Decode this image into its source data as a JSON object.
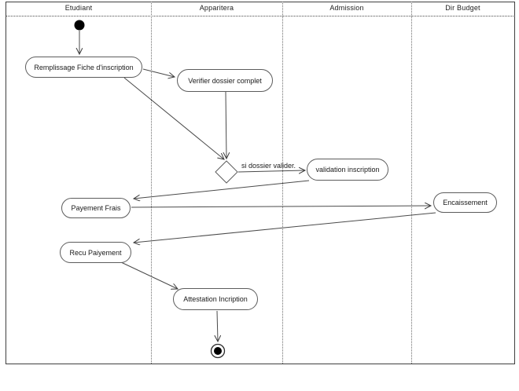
{
  "diagram": {
    "type": "uml-activity-swimlane",
    "lanes": [
      {
        "label": "Etudiant"
      },
      {
        "label": "Apparitera"
      },
      {
        "label": "Admission"
      },
      {
        "label": "Dir Budget"
      }
    ],
    "nodes": {
      "remplissage": "Remplissage Fiche d'inscription",
      "verifier": "Verifier dossier complet",
      "validation": "validation inscription",
      "payement_frais": "Payement Frais",
      "encaissement": "Encaissement",
      "recu_payement": "Recu Paiyement",
      "attestation": "Attestation Incription"
    },
    "edge_labels": {
      "guard": "si  dossier valider."
    },
    "colors": {
      "line": "#4a4a4a",
      "node_border": "#5c5c5c",
      "fill": "#ffffff",
      "terminal": "#000000"
    }
  }
}
